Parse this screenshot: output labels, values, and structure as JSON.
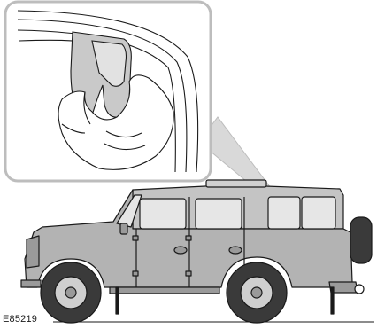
{
  "figure": {
    "code": "E85219",
    "inset_topic": "hand-gripping-window-latch",
    "subject": "vehicle-side-view",
    "colors": {
      "line": "#1a1a1a",
      "body": "#b3b3b3",
      "panel": "#c4c4c4",
      "window": "#e6e6e6",
      "tyre": "#3a3a3a",
      "inset_border": "#bdbdbd"
    }
  }
}
